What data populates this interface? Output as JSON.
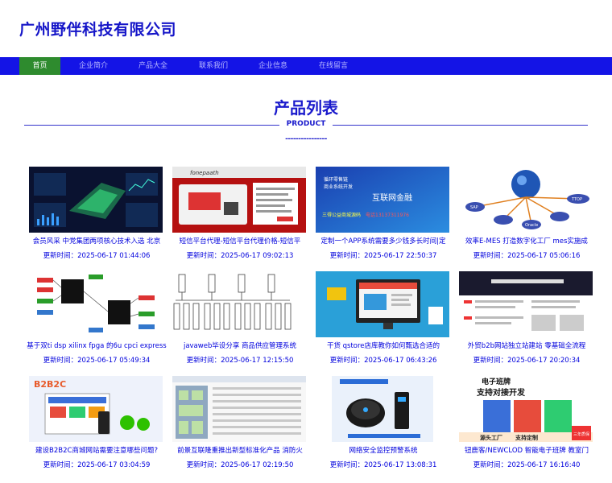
{
  "site": {
    "title": "广州野伴科技有限公司"
  },
  "nav": {
    "items": [
      {
        "label": "首页",
        "active": true
      },
      {
        "label": "企业简介"
      },
      {
        "label": "产品大全"
      },
      {
        "label": "联系我们"
      },
      {
        "label": "企业信息"
      },
      {
        "label": "在线留言"
      }
    ]
  },
  "section": {
    "title": "产品列表",
    "subtitle": "PRODUCT",
    "dashes": "----------------"
  },
  "products": [
    {
      "caption": "会员风采 中党集团两项核心技术入选 北京",
      "time": "更新时间：2025-06-17 01:44:06",
      "icon": "dashboard-image"
    },
    {
      "caption": "短信平台代理-短信平台代理价格-短信平",
      "time": "更新时间：2025-06-17 09:02:13",
      "icon": "sms-platform-image",
      "image_text": "fonepaath"
    },
    {
      "caption": "定制一个APP系统需要多少钱多长时间|定",
      "time": "更新时间：2025-06-17 22:50:37",
      "icon": "app-system-image",
      "image_text": [
        "循环零售链",
        "商业系统开发",
        "互联网金融",
        "三得公益商城源码",
        "电话13137311976"
      ]
    },
    {
      "caption": "效率E-MES 打造数字化工厂 mes实施成",
      "time": "更新时间：2025-06-17 05:06:16",
      "icon": "mes-globe-image",
      "image_text": [
        "SAP",
        "Oracle",
        "TTOP"
      ]
    },
    {
      "caption": "基于双ti dsp xilinx fpga 的6u cpci express",
      "time": "更新时间：2025-06-17 05:49:34",
      "icon": "fpga-diagram-image"
    },
    {
      "caption": "javaweb毕设分享 商品供应管理系统",
      "time": "更新时间：2025-06-17 12:15:50",
      "icon": "tree-diagram-image"
    },
    {
      "caption": "干货 qstore店库教你如何甄选合适的",
      "time": "更新时间：2025-06-17 06:43:26",
      "icon": "monitor-image"
    },
    {
      "caption": "外贸b2b网站独立站建站 零基础全流程",
      "time": "更新时间：2025-06-17 20:20:34",
      "icon": "b2b-website-image"
    },
    {
      "caption": "建设B2B2C商城网站需要注意哪些问题?",
      "time": "更新时间：2025-06-17 03:04:59",
      "icon": "b2b2c-mall-image",
      "image_text": "B2B2C"
    },
    {
      "caption": "前景互联隆重推出新型标准化产品 消防火",
      "time": "更新时间：2025-06-17 02:19:50",
      "icon": "fire-system-image"
    },
    {
      "caption": "网络安全监控预警系统",
      "time": "更新时间：2025-06-17 13:08:31",
      "icon": "security-device-image"
    },
    {
      "caption": "钮鹿客/NEWCLOD 智能电子班牌 教室门",
      "time": "更新时间：2025-06-17 16:16:40",
      "icon": "smart-sign-image",
      "image_text": [
        "电子班牌",
        "支持对接开发",
        "源头工厂",
        "支持定制",
        "三年质保"
      ]
    }
  ]
}
